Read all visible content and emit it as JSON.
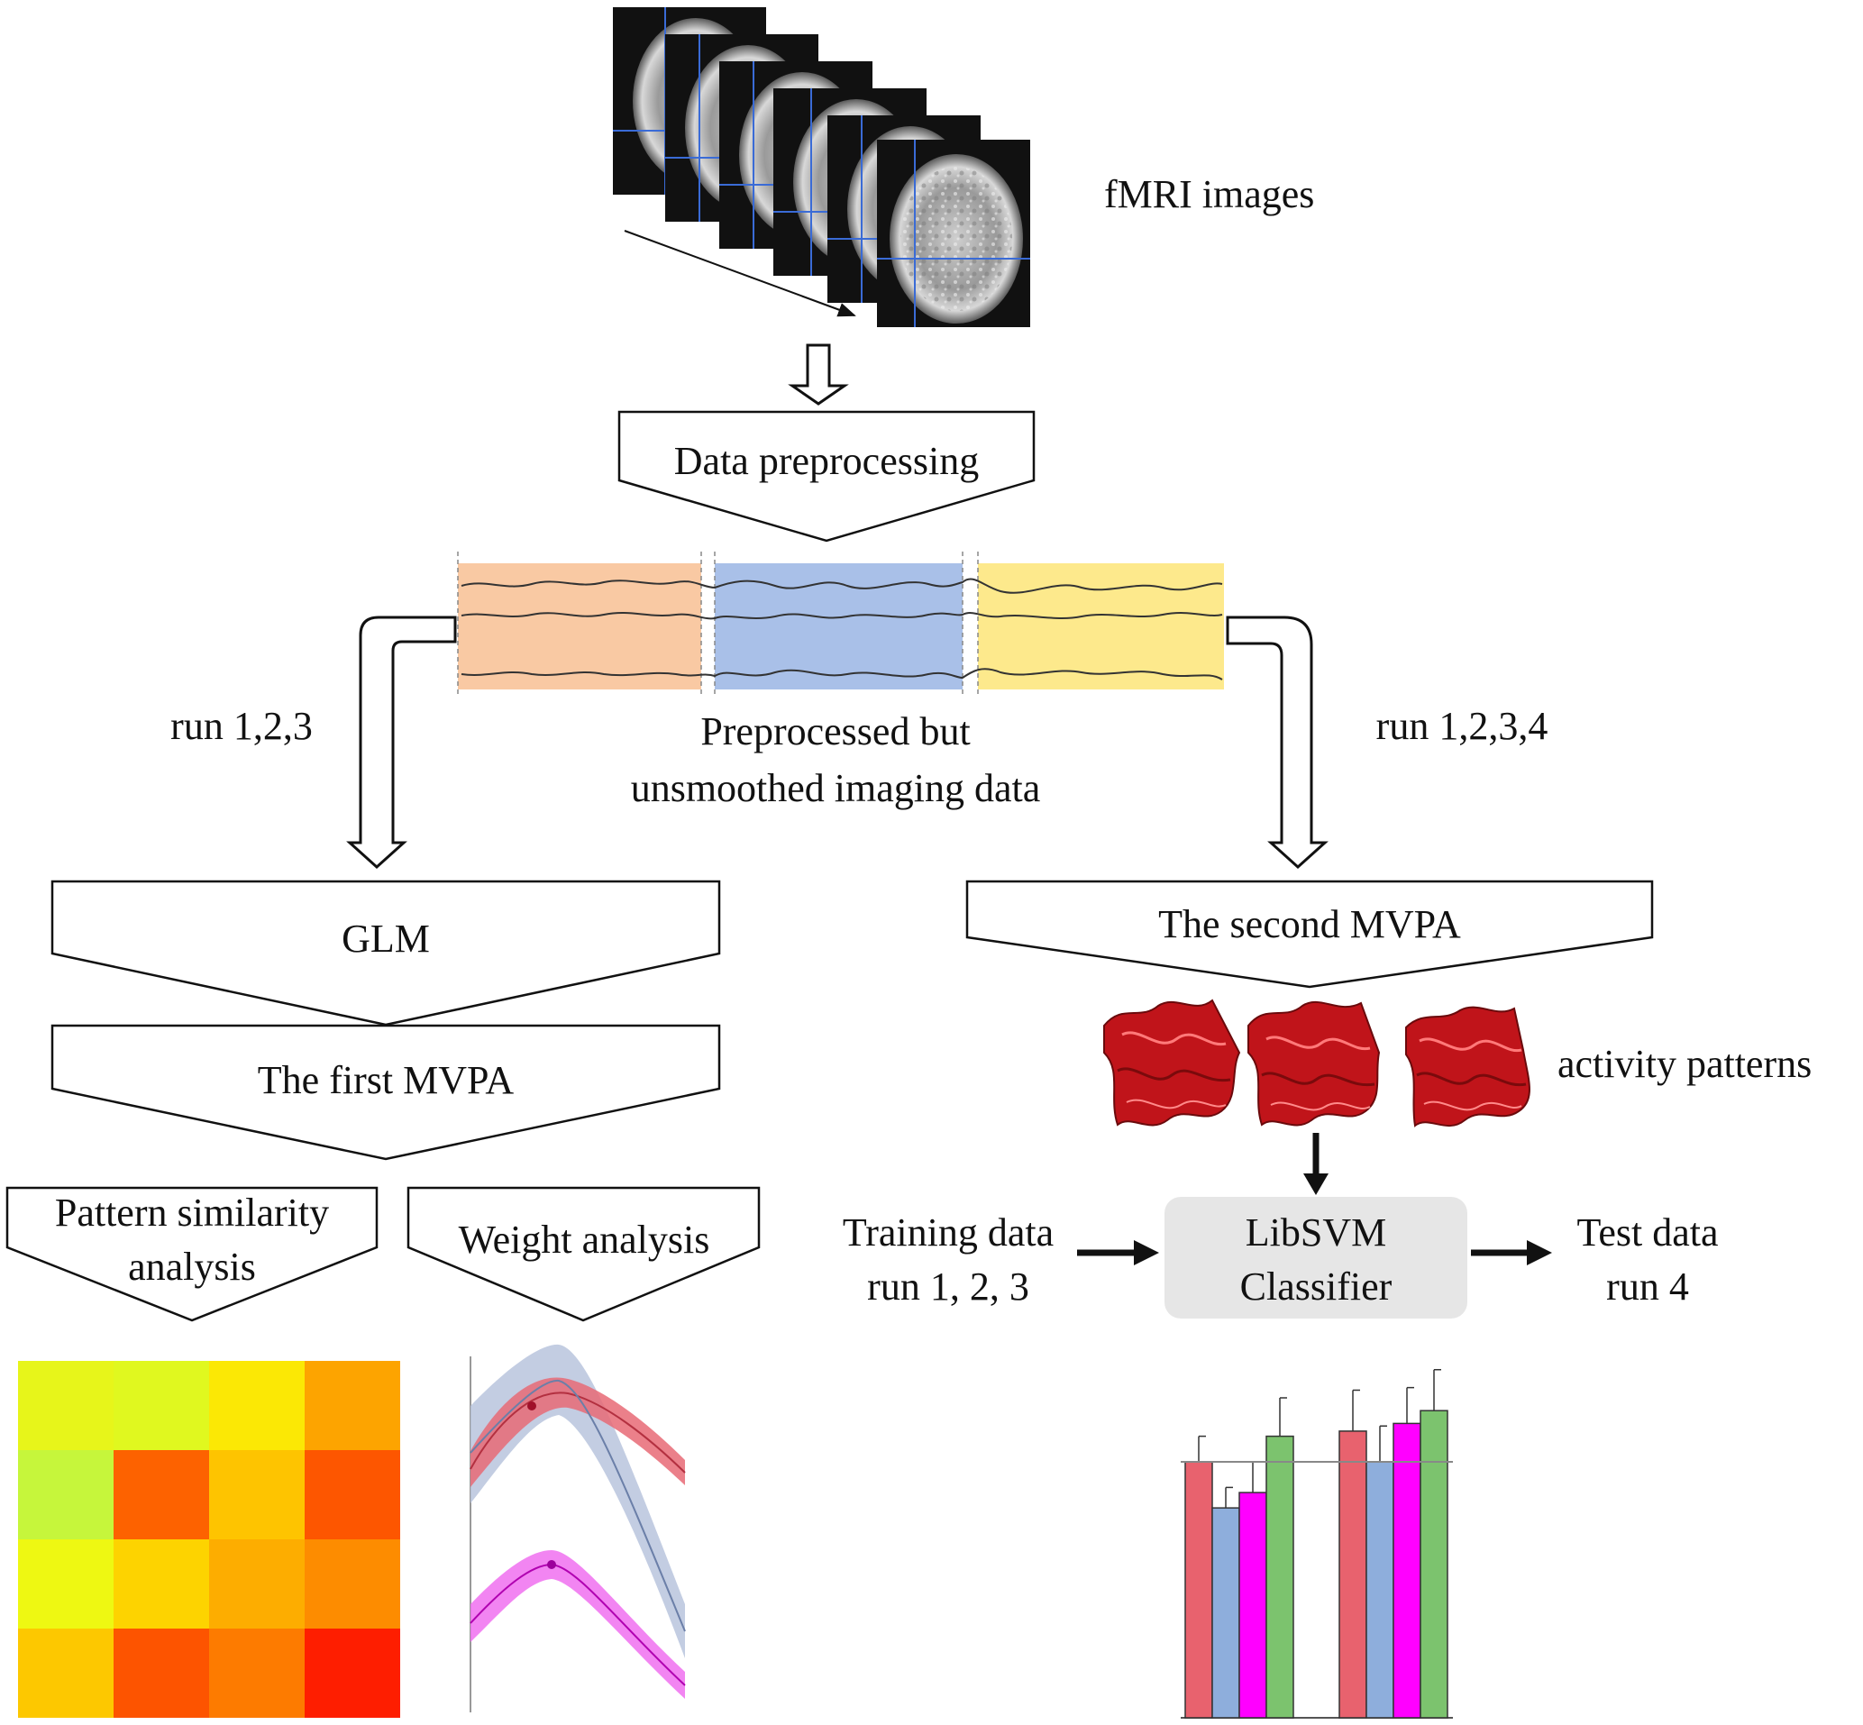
{
  "labels": {
    "fmri": "fMRI images",
    "preprocessing": "Data preprocessing",
    "preprocessed_line1": "Preprocessed but",
    "preprocessed_line2": "unsmoothed imaging data",
    "run_left": "run 1,2,3",
    "run_right": "run 1,2,3,4",
    "glm": "GLM",
    "first_mvpa": "The first MVPA",
    "second_mvpa": "The second MVPA",
    "pattern_line1": "Pattern similarity",
    "pattern_line2": "analysis",
    "weight": "Weight analysis",
    "activity": "activity patterns",
    "training_line1": "Training data",
    "training_line2": "run 1, 2, 3",
    "classifier_line1": "LibSVM",
    "classifier_line2": "Classifier",
    "test_line1": "Test data",
    "test_line2": "run 4"
  },
  "colors": {
    "run_bands": [
      "#f9c9a3",
      "#a9c0e8",
      "#fde98c"
    ],
    "mri_crosshair": "#3a6bd6",
    "surface": "#c0141a",
    "classifier_box": "#e6e6e6",
    "bar_series": [
      "#e8626e",
      "#8eaedc",
      "#ff00ff",
      "#7cc36e"
    ]
  },
  "heatmap": {
    "cells": [
      [
        "#e7f51a",
        "#e0f81f",
        "#fbe805",
        "#fda400"
      ],
      [
        "#c6f63b",
        "#fd6200",
        "#fec400",
        "#fd5600"
      ],
      [
        "#eef812",
        "#fdd300",
        "#fdad00",
        "#fd8c00"
      ],
      [
        "#fdc800",
        "#fd5400",
        "#fd7b00",
        "#fe1e00"
      ]
    ]
  },
  "bar_chart": {
    "baseline": 1.0,
    "ymax": 1.5,
    "groups": [
      {
        "values": [
          1.0,
          0.82,
          0.88,
          1.1
        ],
        "errors": [
          0.1,
          0.08,
          0.12,
          0.15
        ]
      },
      {
        "values": [
          1.12,
          1.0,
          1.15,
          1.2
        ],
        "errors": [
          0.16,
          0.14,
          0.14,
          0.16
        ]
      }
    ]
  },
  "weight_curves": {
    "series": [
      {
        "color": "#e04a57",
        "fill": "#e86a75"
      },
      {
        "color": "#6b7fa8",
        "fill": "#b9c4dd"
      },
      {
        "color": "#d000d0",
        "fill": "#f070f0"
      }
    ]
  }
}
